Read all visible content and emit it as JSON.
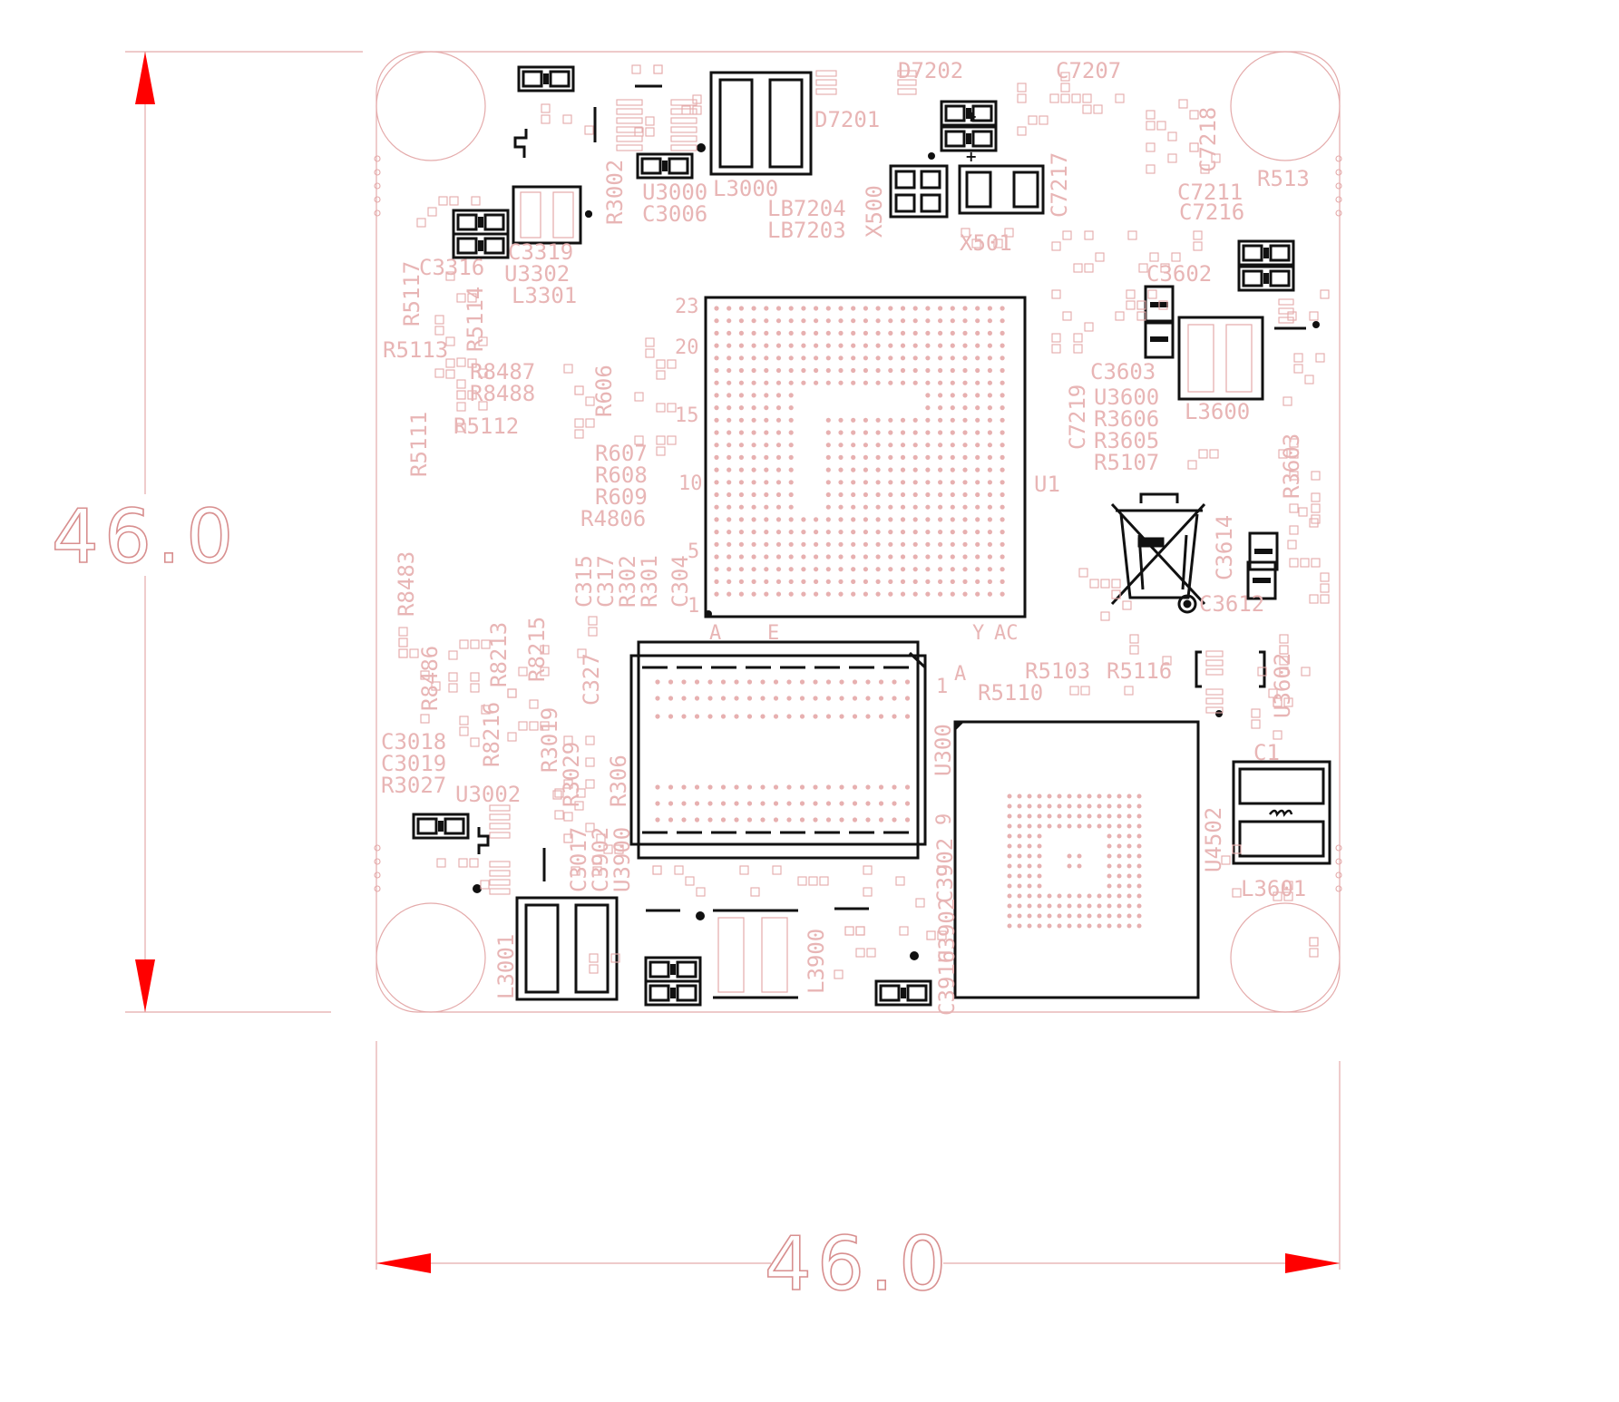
{
  "drawing": {
    "dimensions": {
      "height_label": "46.0",
      "width_label": "46.0",
      "arrow_color": "#ff0000",
      "line_color": "#d89a9a"
    },
    "board": {
      "outline_color": "#e4aaaa",
      "ink_color": "#111111"
    },
    "designators": [
      {
        "id": "D7202",
        "t": "D7202"
      },
      {
        "id": "C7207",
        "t": "C7207"
      },
      {
        "id": "D7201",
        "t": "D7201"
      },
      {
        "id": "C7218",
        "t": "C7218"
      },
      {
        "id": "R513",
        "t": "R513"
      },
      {
        "id": "C7211",
        "t": "C7211"
      },
      {
        "id": "C7216",
        "t": "C7216"
      },
      {
        "id": "C7217",
        "t": "C7217"
      },
      {
        "id": "U3000",
        "t": "U3000"
      },
      {
        "id": "C3006",
        "t": "C3006"
      },
      {
        "id": "L3000",
        "t": "L3000"
      },
      {
        "id": "R3002",
        "t": "R3002"
      },
      {
        "id": "LB7204",
        "t": "LB7204"
      },
      {
        "id": "LB7203",
        "t": "LB7203"
      },
      {
        "id": "X500",
        "t": "X500"
      },
      {
        "id": "X501",
        "t": "X501"
      },
      {
        "id": "C3319",
        "t": "C3319"
      },
      {
        "id": "C3316",
        "t": "C3316"
      },
      {
        "id": "U3302",
        "t": "U3302"
      },
      {
        "id": "L3301",
        "t": "L3301"
      },
      {
        "id": "C3602",
        "t": "C3602"
      },
      {
        "id": "R5117",
        "t": "R5117"
      },
      {
        "id": "R5114",
        "t": "R5114"
      },
      {
        "id": "R5113",
        "t": "R5113"
      },
      {
        "id": "R8487",
        "t": "R8487"
      },
      {
        "id": "R8488",
        "t": "R8488"
      },
      {
        "id": "R606",
        "t": "R606"
      },
      {
        "id": "R5112",
        "t": "R5112"
      },
      {
        "id": "R5111",
        "t": "R5111"
      },
      {
        "id": "C3603",
        "t": "C3603"
      },
      {
        "id": "U3600",
        "t": "U3600"
      },
      {
        "id": "R3606",
        "t": "R3606"
      },
      {
        "id": "R3605",
        "t": "R3605"
      },
      {
        "id": "R5107",
        "t": "R5107"
      },
      {
        "id": "L3600",
        "t": "L3600"
      },
      {
        "id": "C7219",
        "t": "C7219"
      },
      {
        "id": "R3603",
        "t": "R3603"
      },
      {
        "id": "U1",
        "t": "U1"
      },
      {
        "id": "R607",
        "t": "R607"
      },
      {
        "id": "R608",
        "t": "R608"
      },
      {
        "id": "R609",
        "t": "R609"
      },
      {
        "id": "R4806",
        "t": "R4806"
      },
      {
        "id": "C3614",
        "t": "C3614"
      },
      {
        "id": "C3612",
        "t": "C3612"
      },
      {
        "id": "R8483",
        "t": "R8483"
      },
      {
        "id": "C315",
        "t": "C315"
      },
      {
        "id": "C317",
        "t": "C317"
      },
      {
        "id": "R302",
        "t": "R302"
      },
      {
        "id": "R301",
        "t": "R301"
      },
      {
        "id": "C304",
        "t": "C304"
      },
      {
        "id": "R8213",
        "t": "R8213"
      },
      {
        "id": "R8215",
        "t": "R8215"
      },
      {
        "id": "R8486",
        "t": "R8486"
      },
      {
        "id": "C327",
        "t": "C327"
      },
      {
        "id": "R5103",
        "t": "R5103"
      },
      {
        "id": "R5116",
        "t": "R5116"
      },
      {
        "id": "R5110",
        "t": "R5110"
      },
      {
        "id": "U3602",
        "t": "U3602"
      },
      {
        "id": "R8216",
        "t": "R8216"
      },
      {
        "id": "R3019",
        "t": "R3019"
      },
      {
        "id": "R3029",
        "t": "R3029"
      },
      {
        "id": "C3018",
        "t": "C3018"
      },
      {
        "id": "C3019",
        "t": "C3019"
      },
      {
        "id": "R3027",
        "t": "R3027"
      },
      {
        "id": "U3002",
        "t": "U3002"
      },
      {
        "id": "R306",
        "t": "R306"
      },
      {
        "id": "U300",
        "t": "U300"
      },
      {
        "id": "C1",
        "t": "C1"
      },
      {
        "id": "U4502",
        "t": "U4502"
      },
      {
        "id": "C3017",
        "t": "C3017"
      },
      {
        "id": "C3902",
        "t": "C3902"
      },
      {
        "id": "U3900",
        "t": "U3900"
      },
      {
        "id": "C3902b",
        "t": "C3902"
      },
      {
        "id": "L3601",
        "t": "L3601"
      },
      {
        "id": "L3001",
        "t": "L3001"
      },
      {
        "id": "L3900",
        "t": "L3900"
      },
      {
        "id": "U3902",
        "t": "U3902"
      },
      {
        "id": "C3916",
        "t": "C3916"
      }
    ],
    "bga_markers": {
      "row_labels": [
        "23",
        "20",
        "15",
        "10",
        "5",
        "1"
      ],
      "col_labels": [
        "A",
        "E",
        "Y",
        "AC"
      ],
      "u300_marks": [
        "A",
        "1",
        "9"
      ]
    }
  }
}
